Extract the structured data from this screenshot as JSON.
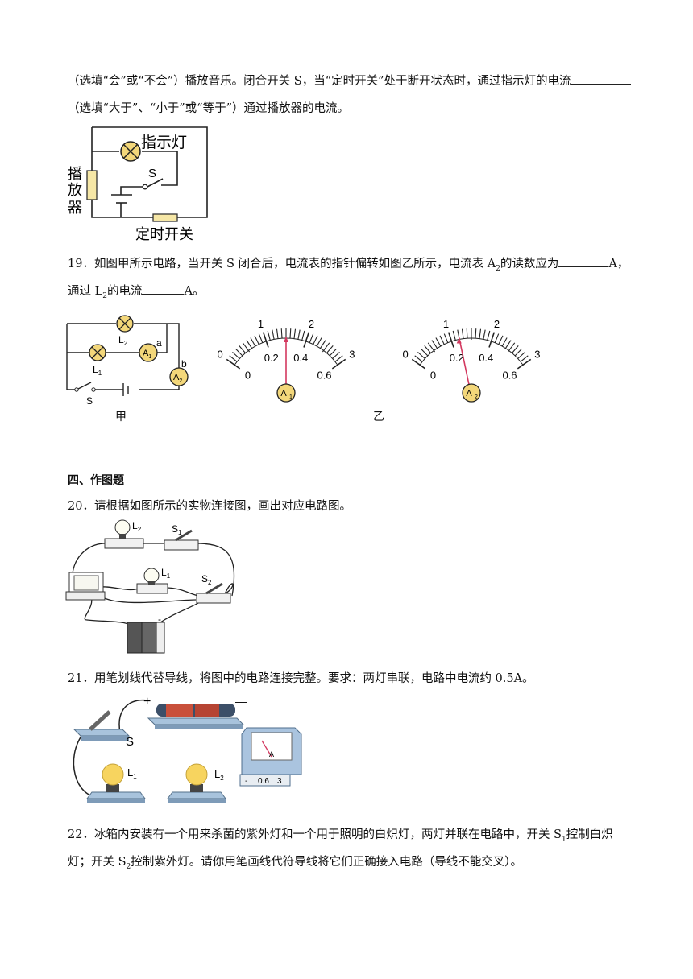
{
  "q18": {
    "line1a": "（选填“会”或“不会”）播放音乐。闭合开关 S，当“定时开关”处于断开状态时，通过指示灯的电流",
    "line2": "（选填“大于”、“小于”或“等于”）通过播放器的电流。",
    "fig": {
      "lamp_label": "指示灯",
      "switch_label": "S",
      "player_label": [
        "播",
        "放",
        "器"
      ],
      "timer_label": "定时开关"
    }
  },
  "q19": {
    "a": "19．如图甲所示电路，当开关 S 闭合后，电流表的指针偏转如图乙所示，电流表 A",
    "a_sub": "2",
    "b": "的读数应为",
    "c": "A，",
    "d": "通过 L",
    "d_sub": "2",
    "e": "的电流",
    "f": "A。",
    "fig": {
      "L2": "L",
      "L2_sub": "2",
      "L1": "L",
      "L1_sub": "1",
      "A1": "A",
      "A1_sub": "1",
      "A2": "A",
      "A2_sub": "2",
      "a": "a",
      "b": "b",
      "S": "S",
      "cap_left": "甲",
      "cap_right": "乙"
    },
    "meters": {
      "top_scale": [
        "0",
        "1",
        "2",
        "3"
      ],
      "bottom_scale": [
        "0",
        "0.2",
        "0.4",
        "0.6"
      ],
      "meter_a": {
        "name": "A",
        "sub": "1",
        "pointer_fraction_of_full_scale": 0.5
      },
      "meter_b": {
        "name": "A",
        "sub": "2",
        "pointer_fraction_of_full_scale": 0.4
      }
    }
  },
  "section4": "四、作图题",
  "q20": {
    "text": "20．请根据如图所示的实物连接图，画出对应电路图。",
    "fig": {
      "L2": "L",
      "L2_sub": "2",
      "S1": "S",
      "S1_sub": "1",
      "L1": "L",
      "L1_sub": "1",
      "S2": "S",
      "S2_sub": "2",
      "minus": "-"
    }
  },
  "q21": {
    "text": "21．用笔划线代替导线，将图中的电路连接完整。要求：两灯串联，电路中电流约 0.5A。",
    "fig": {
      "plus": "+",
      "minus": "—",
      "S": "S",
      "L1": "L",
      "L1_sub": "1",
      "L2": "L",
      "L2_sub": "2",
      "ammeter_terms": [
        "-",
        "0.6",
        "3"
      ],
      "ammeter_A": "A"
    }
  },
  "q22": {
    "a": "22．冰箱内安装有一个用来杀菌的紫外灯和一个用于照明的白炽灯，两灯并联在电路中，开关 S",
    "a_sub": "1",
    "b": "控制白炽",
    "c": "灯；开关 S",
    "c_sub": "2",
    "d": "控制紫外灯。请你用笔画线代符导线将它们正确接入电路（导线不能交叉）。"
  },
  "colors": {
    "text": "#111111",
    "pointer": "#d3385f",
    "amber": "#f3d77a",
    "meter_face": "#fff9d8"
  }
}
